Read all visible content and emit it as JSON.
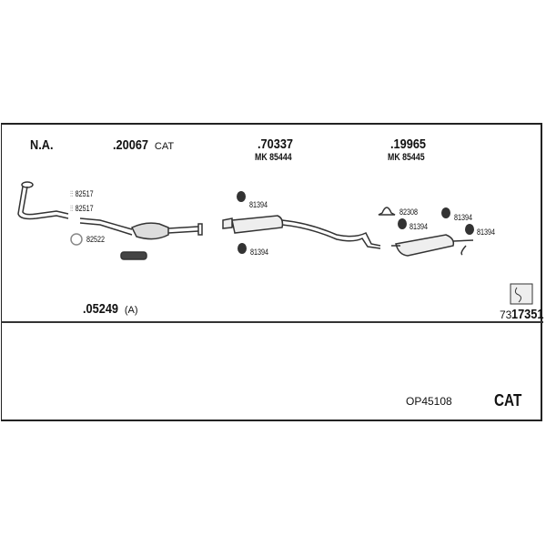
{
  "groups": [
    {
      "label": "N.A."
    },
    {
      "number": ".20067",
      "suffix": "CAT"
    },
    {
      "number": ".70337",
      "kit": "MK 85444"
    },
    {
      "number": ".19965",
      "kit": "MK 85445"
    }
  ],
  "parts": {
    "p82517a": "82517",
    "p82517b": "82517",
    "p82522": "82522",
    "p81394a": "81394",
    "p81394b": "81394",
    "p82308": "82308",
    "p81394c": "81394",
    "p81394d": "81394",
    "p81394e": "81394"
  },
  "mounting": {
    "number": ".05249",
    "suffix": "(A)"
  },
  "diagram_id": {
    "prefix": "73",
    "number": "17351"
  },
  "footer": {
    "code": "OP45108",
    "type": "CAT"
  }
}
